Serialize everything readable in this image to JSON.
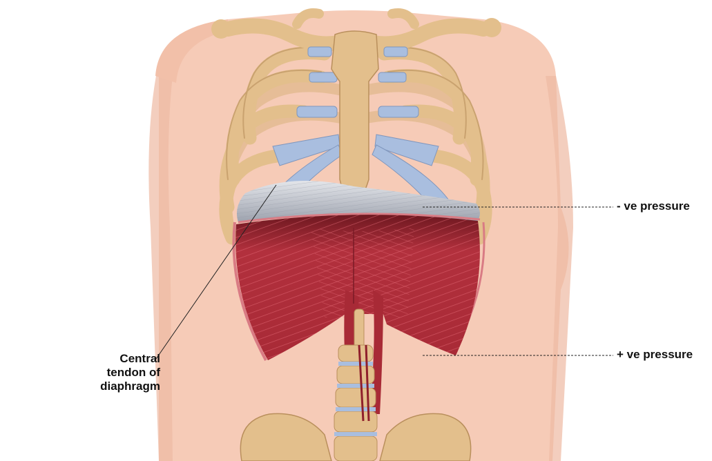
{
  "labels": {
    "negative_pressure": "- ve pressure",
    "positive_pressure": "+ ve pressure",
    "central_tendon_line1": "Central tendon of",
    "central_tendon_line2": "diaphragm"
  },
  "colors": {
    "skin": "#f6cbb7",
    "skin_shadow": "#eeb9a3",
    "bone": "#e3bf8c",
    "bone_dark": "#b98f5c",
    "cartilage": "#a9bedf",
    "tendon": "#c9cdd6",
    "muscle": "#b2303d",
    "muscle_dark": "#7a1b26",
    "leader_line": "#222222"
  },
  "icons": [
    "rib-cage-illustration",
    "diaphragm-illustration",
    "spine-illustration",
    "pelvis-illustration"
  ]
}
